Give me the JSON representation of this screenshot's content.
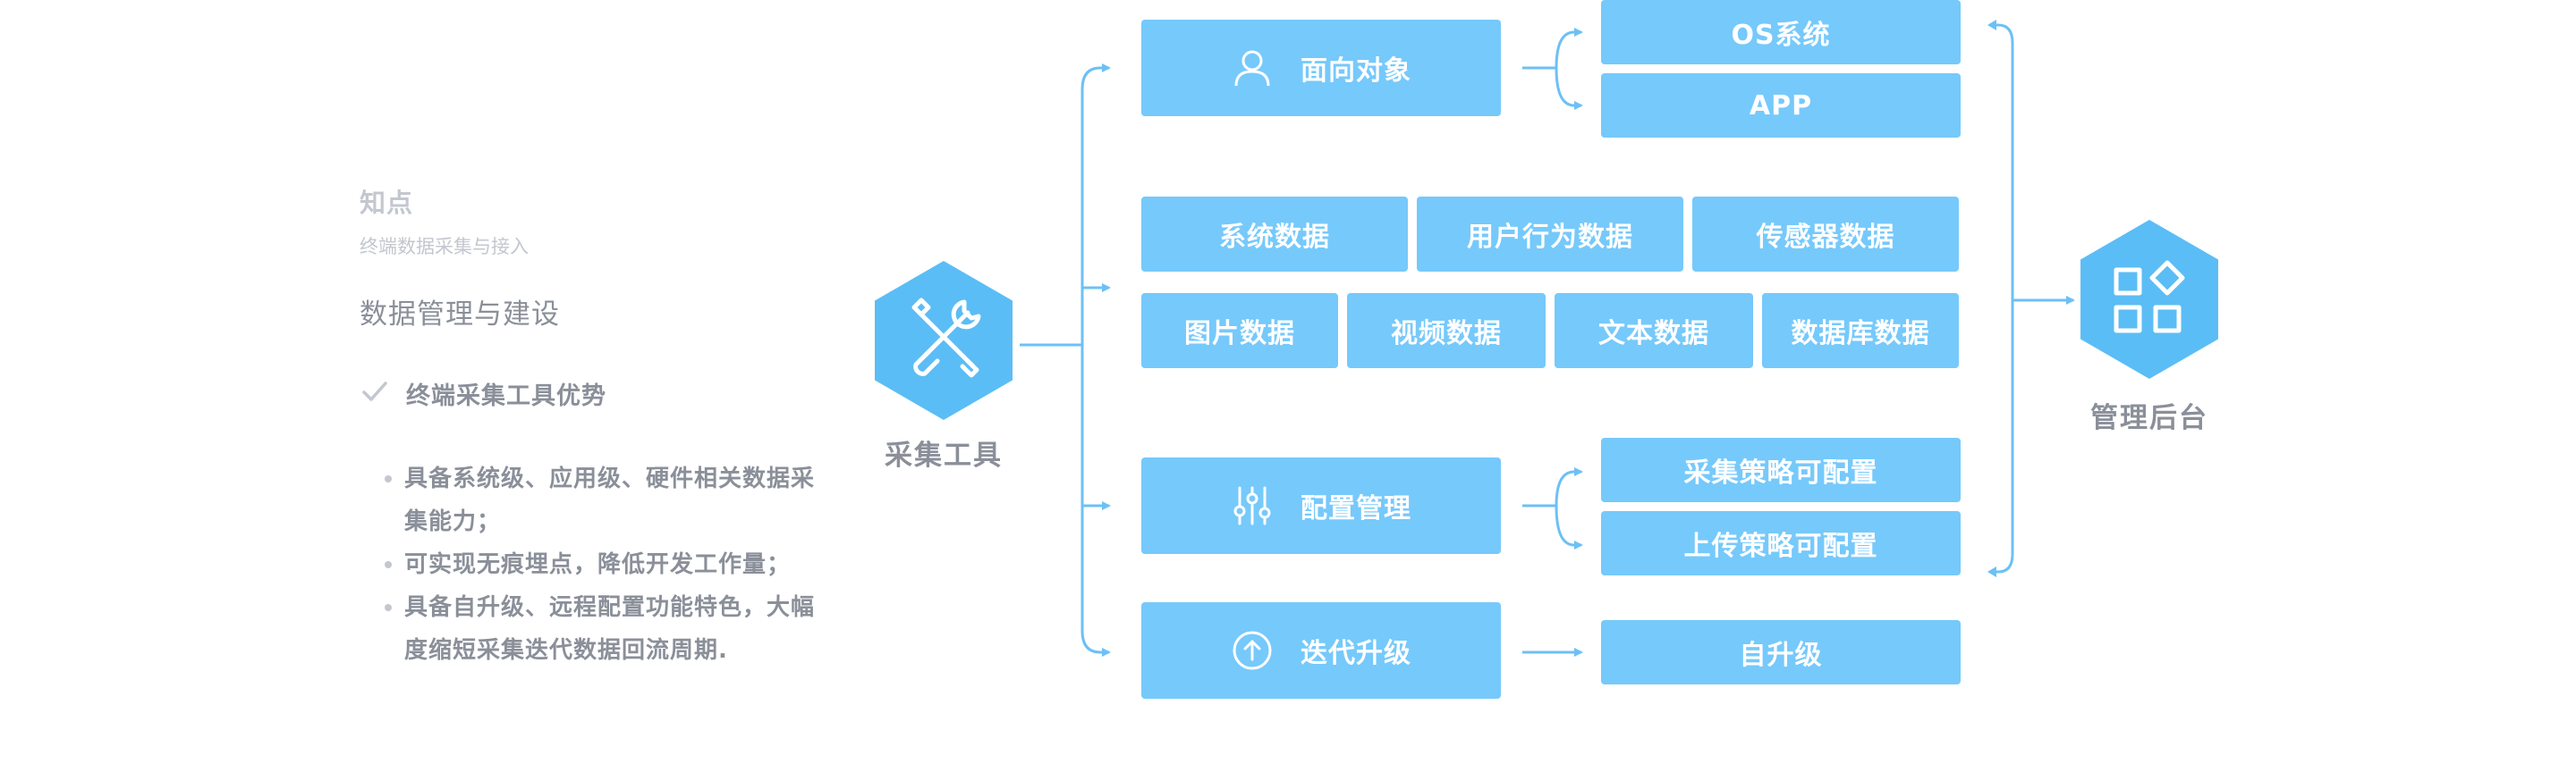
{
  "left_panel": {
    "kicker": "知点",
    "subtitle": "终端数据采集与接入",
    "heading": "数据管理与建设",
    "check_label": "终端采集工具优势",
    "bullets": [
      "具备系统级、应用级、硬件相关数据采集能力；",
      "可实现无痕埋点，降低开发工作量；",
      "具备自升级、远程配置功能特色，大幅度缩短采集迭代数据回流周期."
    ]
  },
  "diagram": {
    "tool_label": "采集工具",
    "backend_label": "管理后台",
    "target": {
      "label": "面向对象",
      "children": [
        "OS系统",
        "APP"
      ]
    },
    "data_types_row1": [
      "系统数据",
      "用户行为数据",
      "传感器数据"
    ],
    "data_types_row2": [
      "图片数据",
      "视频数据",
      "文本数据",
      "数据库数据"
    ],
    "config": {
      "label": "配置管理",
      "children": [
        "采集策略可配置",
        "上传策略可配置"
      ]
    },
    "upgrade": {
      "label": "迭代升级",
      "children": [
        "自升级"
      ]
    },
    "colors": {
      "accent": "#76c9fb",
      "hexagon": "#5bbdf5",
      "line": "#6cc0f6",
      "text_gray": "#8a8f99",
      "text_light": "#c3c7cf"
    },
    "icons": {
      "tool": "tools-wrench-screwdriver-icon",
      "backend": "apps-grid-icon",
      "target": "user-icon",
      "config": "sliders-icon",
      "upgrade": "arrow-up-circle-icon",
      "check": "check-icon"
    }
  }
}
